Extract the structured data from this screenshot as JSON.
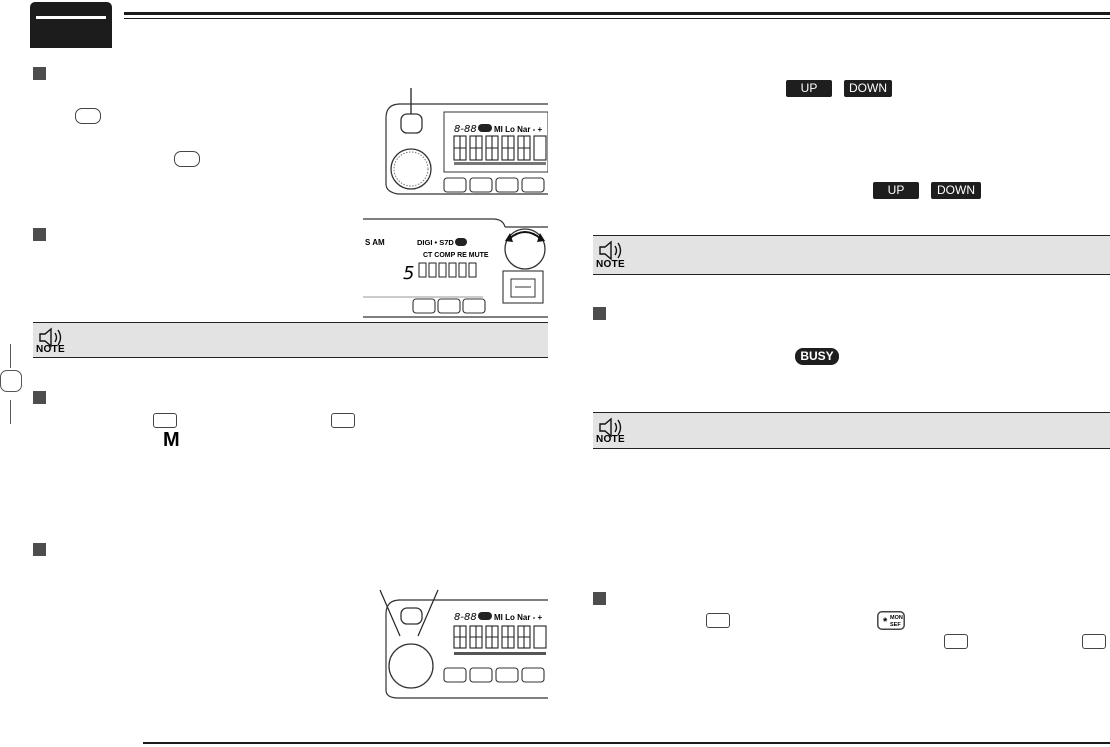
{
  "badges": {
    "up": "UP",
    "down": "DOWN",
    "busy": "BUSY",
    "mon_top": "MON",
    "mon_bottom": "SEF"
  },
  "key_glyphs": {
    "memory": "M"
  },
  "notes": {
    "label": "NOTE"
  },
  "figures": {
    "lcd_top": {
      "segment_text": "8-88",
      "indicators": "MI Lo Nar - +"
    },
    "lcd_mid": {
      "left_text": "S AM",
      "indicators_row1": "DIGI • S7D",
      "indicators_row2": "CT COMP RE MUTE",
      "digit_text": "5"
    },
    "lcd_bottom": {
      "segment_text": "8-88",
      "indicators": "MI Lo Nar - +"
    }
  },
  "colors": {
    "section_marker": "#4d4d4d",
    "note_background": "#e3e3e3",
    "badge_background": "#1e1e1e",
    "rule": "#1a1a1a"
  }
}
